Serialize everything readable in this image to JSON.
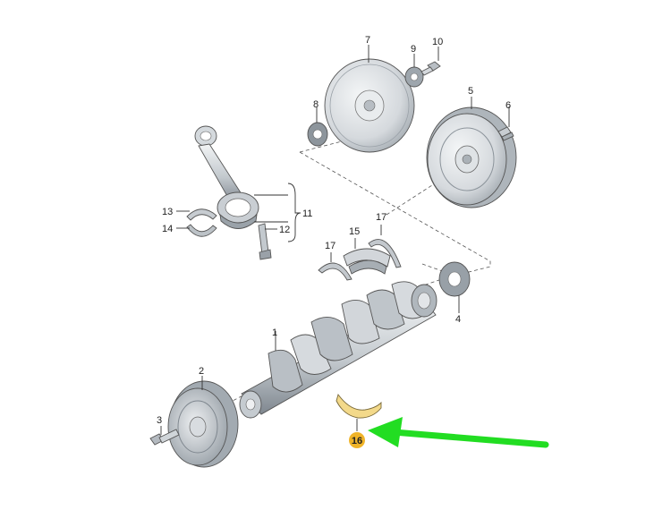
{
  "diagram": {
    "callouts": [
      {
        "id": "c1",
        "label": "1"
      },
      {
        "id": "c2",
        "label": "2"
      },
      {
        "id": "c3",
        "label": "3"
      },
      {
        "id": "c4",
        "label": "4"
      },
      {
        "id": "c5",
        "label": "5"
      },
      {
        "id": "c6",
        "label": "6"
      },
      {
        "id": "c7",
        "label": "7"
      },
      {
        "id": "c8",
        "label": "8"
      },
      {
        "id": "c9",
        "label": "9"
      },
      {
        "id": "c10",
        "label": "10"
      },
      {
        "id": "c11",
        "label": "11"
      },
      {
        "id": "c12",
        "label": "12"
      },
      {
        "id": "c13",
        "label": "13"
      },
      {
        "id": "c14",
        "label": "14"
      },
      {
        "id": "c15",
        "label": "15"
      },
      {
        "id": "c17a",
        "label": "17"
      },
      {
        "id": "c17b",
        "label": "17"
      }
    ],
    "highlight": {
      "label": "16",
      "part_color": "#f3d98a",
      "badge_color": "#f0b429",
      "arrow_color": "#22dd22"
    },
    "colors": {
      "metal_light": "#e4e7ea",
      "metal_mid": "#c7ccd1",
      "metal_dark": "#8e969e",
      "line": "#333333"
    }
  }
}
